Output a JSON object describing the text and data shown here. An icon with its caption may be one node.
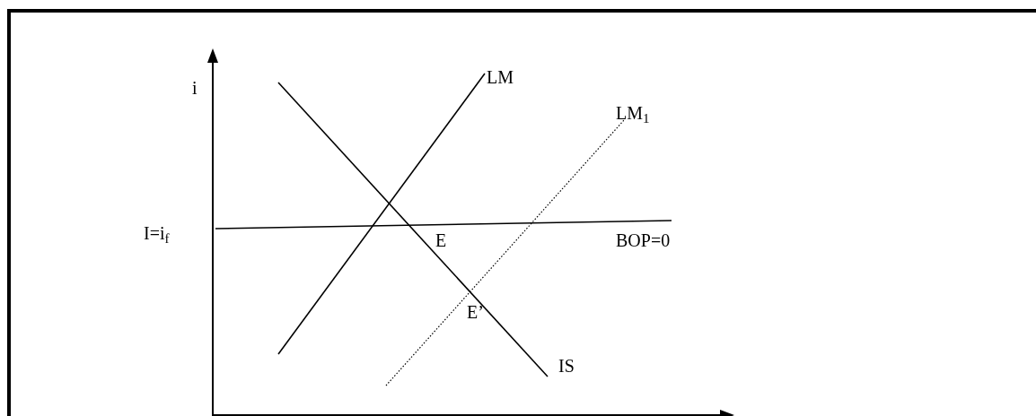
{
  "diagram": {
    "labels": [
      "i",
      "LM",
      "LM$_{1}$",
      "I=i$_{f}$",
      "E",
      "BOP=0",
      "E’",
      "IS"
    ]
  }
}
